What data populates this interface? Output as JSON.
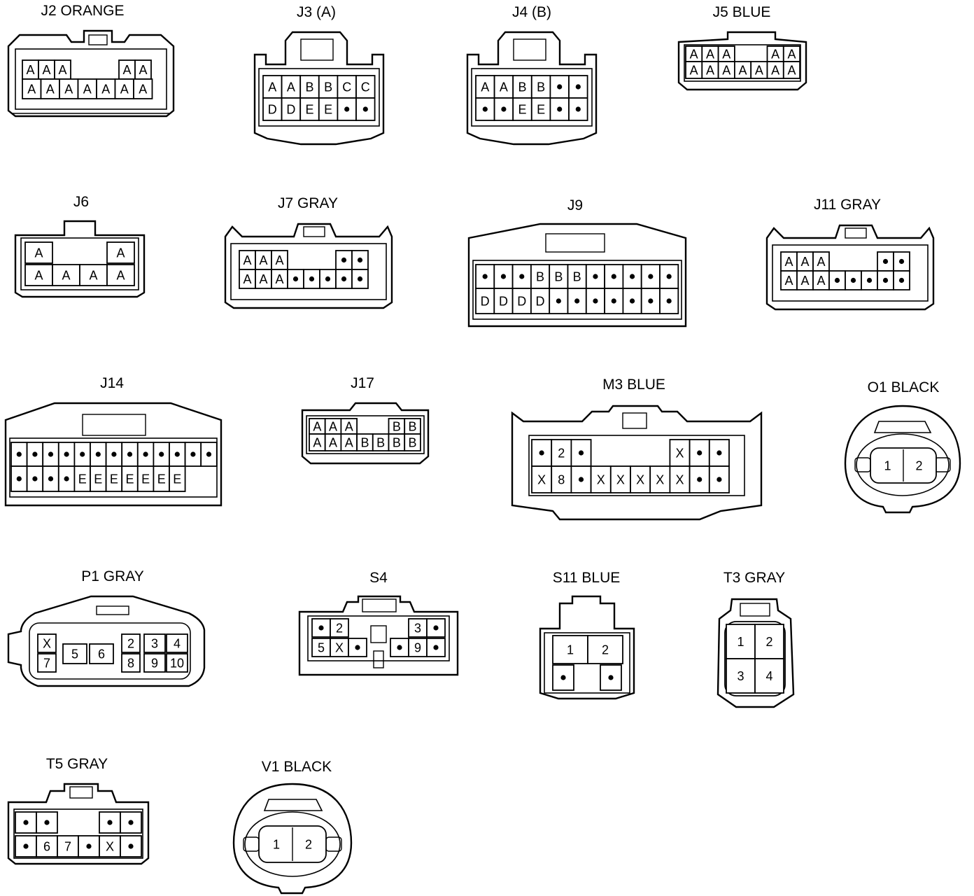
{
  "connectors": [
    {
      "id": "J2",
      "label": "J2  ORANGE",
      "rows": [
        [
          "A",
          "A",
          "A",
          "",
          "",
          "",
          "A",
          "A"
        ],
        [
          "A",
          "A",
          "A",
          "A",
          "A",
          "A",
          "A"
        ]
      ]
    },
    {
      "id": "J3",
      "label": "J3  (A)",
      "rows": [
        [
          "A",
          "A",
          "B",
          "B",
          "C",
          "C"
        ],
        [
          "D",
          "D",
          "E",
          "E",
          "•",
          "•"
        ]
      ]
    },
    {
      "id": "J4",
      "label": "J4 (B)",
      "rows": [
        [
          "A",
          "A",
          "B",
          "B",
          "•",
          "•"
        ],
        [
          "•",
          "•",
          "E",
          "E",
          "•",
          "•"
        ]
      ]
    },
    {
      "id": "J5",
      "label": "J5  BLUE",
      "rows": [
        [
          "A",
          "A",
          "A",
          "",
          "",
          "A",
          "A"
        ],
        [
          "A",
          "A",
          "A",
          "A",
          "A",
          "A",
          "A"
        ]
      ]
    },
    {
      "id": "J6",
      "label": "J6",
      "rows": [
        [
          "A",
          "",
          "",
          "A"
        ],
        [
          "A",
          "A",
          "A",
          "A"
        ]
      ]
    },
    {
      "id": "J7",
      "label": "J7  GRAY",
      "rows": [
        [
          "A",
          "A",
          "A",
          "",
          "",
          "",
          "•",
          "•"
        ],
        [
          "A",
          "A",
          "A",
          "•",
          "•",
          "•",
          "•",
          "•"
        ]
      ]
    },
    {
      "id": "J9",
      "label": "J9",
      "rows": [
        [
          "•",
          "•",
          "•",
          "B",
          "B",
          "B",
          "•",
          "•",
          "•",
          "•",
          "•"
        ],
        [
          "D",
          "D",
          "D",
          "D",
          "•",
          "•",
          "•",
          "•",
          "•",
          "•",
          "•"
        ]
      ]
    },
    {
      "id": "J11",
      "label": "J11  GRAY",
      "rows": [
        [
          "A",
          "A",
          "A",
          "",
          "",
          "",
          "•",
          "•"
        ],
        [
          "A",
          "A",
          "A",
          "•",
          "•",
          "•",
          "•",
          "•"
        ]
      ]
    },
    {
      "id": "J14",
      "label": "J14",
      "rows": [
        [
          "•",
          "•",
          "•",
          "•",
          "•",
          "•",
          "•",
          "•",
          "•",
          "•",
          "•",
          "•",
          "•"
        ],
        [
          "•",
          "•",
          "•",
          "•",
          "E",
          "E",
          "E",
          "E",
          "E",
          "E",
          "E"
        ]
      ]
    },
    {
      "id": "J17",
      "label": "J17",
      "rows": [
        [
          "A",
          "A",
          "A",
          "",
          "",
          "B",
          "B"
        ],
        [
          "A",
          "A",
          "A",
          "B",
          "B",
          "B",
          "B"
        ]
      ]
    },
    {
      "id": "M3",
      "label": "M3  BLUE",
      "rows": [
        [
          "•",
          "2",
          "•",
          "",
          "",
          "",
          "",
          "X",
          "•",
          "•"
        ],
        [
          "X",
          "8",
          "•",
          "X",
          "X",
          "X",
          "X",
          "X",
          "•",
          "•"
        ]
      ]
    },
    {
      "id": "O1",
      "label": "O1  BLACK",
      "rows": [
        [
          "1",
          "2"
        ]
      ]
    },
    {
      "id": "P1",
      "label": "P1  GRAY",
      "rows": [
        [
          "X",
          "",
          "",
          "2",
          "3",
          "4"
        ],
        [
          "7",
          "5",
          "6",
          "8",
          "9",
          "10"
        ]
      ]
    },
    {
      "id": "S4",
      "label": "S4",
      "rows": [
        [
          "•",
          "2",
          "",
          "",
          "3",
          "•"
        ],
        [
          "5",
          "X",
          "•",
          "•",
          "9",
          "•"
        ]
      ]
    },
    {
      "id": "S11",
      "label": "S11 BLUE",
      "rows": [
        [
          "1",
          "2"
        ],
        [
          "•",
          "•"
        ]
      ]
    },
    {
      "id": "T3",
      "label": "T3  GRAY",
      "rows": [
        [
          "1",
          "2"
        ],
        [
          "3",
          "4"
        ]
      ]
    },
    {
      "id": "T5",
      "label": "T5  GRAY",
      "rows": [
        [
          "•",
          "•",
          "",
          "",
          "",
          "•",
          "•"
        ],
        [
          "•",
          "6",
          "7",
          "•",
          "X",
          "•"
        ]
      ]
    },
    {
      "id": "V1",
      "label": "V1  BLACK",
      "rows": [
        [
          "1",
          "2"
        ]
      ]
    }
  ]
}
